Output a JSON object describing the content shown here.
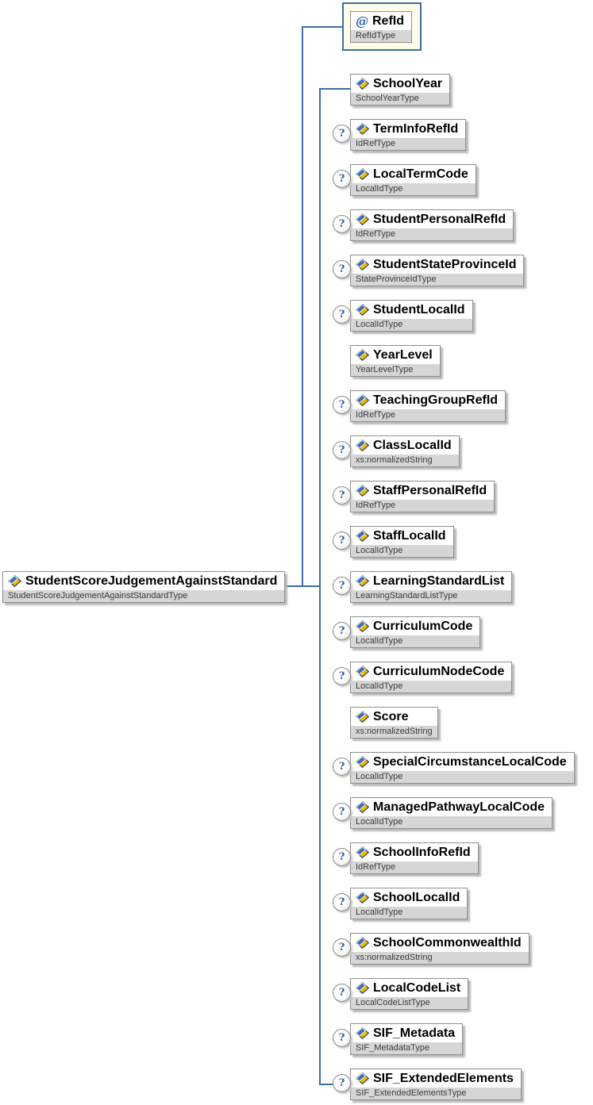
{
  "diagram": {
    "root": {
      "name": "StudentScoreJudgementAgainstStandard",
      "type": "StudentScoreJudgementAgainstStandardType"
    },
    "attribute": {
      "symbol": "@",
      "name": "RefId",
      "type": "RefIdType"
    },
    "optional_marker": "?",
    "children": [
      {
        "name": "SchoolYear",
        "type": "SchoolYearType",
        "optional": false
      },
      {
        "name": "TermInfoRefId",
        "type": "IdRefType",
        "optional": true
      },
      {
        "name": "LocalTermCode",
        "type": "LocalIdType",
        "optional": true
      },
      {
        "name": "StudentPersonalRefId",
        "type": "IdRefType",
        "optional": true
      },
      {
        "name": "StudentStateProvinceId",
        "type": "StateProvinceIdType",
        "optional": true
      },
      {
        "name": "StudentLocalId",
        "type": "LocalIdType",
        "optional": true
      },
      {
        "name": "YearLevel",
        "type": "YearLevelType",
        "optional": false
      },
      {
        "name": "TeachingGroupRefId",
        "type": "IdRefType",
        "optional": true
      },
      {
        "name": "ClassLocalId",
        "type": "xs:normalizedString",
        "optional": true
      },
      {
        "name": "StaffPersonalRefId",
        "type": "IdRefType",
        "optional": true
      },
      {
        "name": "StaffLocalId",
        "type": "LocalIdType",
        "optional": true
      },
      {
        "name": "LearningStandardList",
        "type": "LearningStandardListType",
        "optional": true
      },
      {
        "name": "CurriculumCode",
        "type": "LocalIdType",
        "optional": true
      },
      {
        "name": "CurriculumNodeCode",
        "type": "LocalIdType",
        "optional": true
      },
      {
        "name": "Score",
        "type": "xs:normalizedString",
        "optional": false
      },
      {
        "name": "SpecialCircumstanceLocalCode",
        "type": "LocalIdType",
        "optional": true
      },
      {
        "name": "ManagedPathwayLocalCode",
        "type": "LocalIdType",
        "optional": true
      },
      {
        "name": "SchoolInfoRefId",
        "type": "IdRefType",
        "optional": true
      },
      {
        "name": "SchoolLocalId",
        "type": "LocalIdType",
        "optional": true
      },
      {
        "name": "SchoolCommonwealthId",
        "type": "xs:normalizedString",
        "optional": true
      },
      {
        "name": "LocalCodeList",
        "type": "LocalCodeListType",
        "optional": true
      },
      {
        "name": "SIF_Metadata",
        "type": "SIF_MetadataType",
        "optional": true
      },
      {
        "name": "SIF_ExtendedElements",
        "type": "SIF_ExtendedElementsType",
        "optional": true
      }
    ]
  },
  "colors": {
    "connector": "#3a6ea5",
    "attribute_box_bg": "#fffde9",
    "node_border": "#8f8f8f",
    "type_band_bg": "#d6d6d6",
    "icon_blue": "#3f6fae",
    "icon_yellow": "#f5b800",
    "icon_outline": "#26406e",
    "question_mark": "#2a5db0"
  }
}
